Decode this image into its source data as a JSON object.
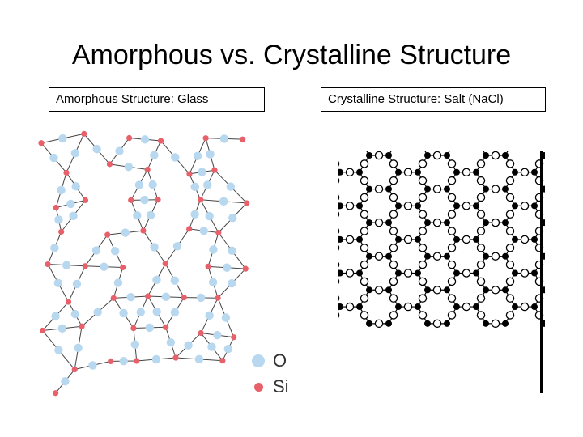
{
  "title": "Amorphous vs. Crystalline Structure",
  "left_panel": {
    "label": "Amorphous Structure: Glass",
    "legend": [
      {
        "symbol": "O",
        "color": "#b8d8f0"
      },
      {
        "symbol": "Si",
        "color": "#e8606a"
      }
    ]
  },
  "right_panel": {
    "label": "Crystalline Structure: Salt (NaCl)"
  },
  "colors": {
    "oxygen": "#b8d8f0",
    "silicon": "#e8606a",
    "bond": "#444444",
    "lattice": "#000000"
  }
}
